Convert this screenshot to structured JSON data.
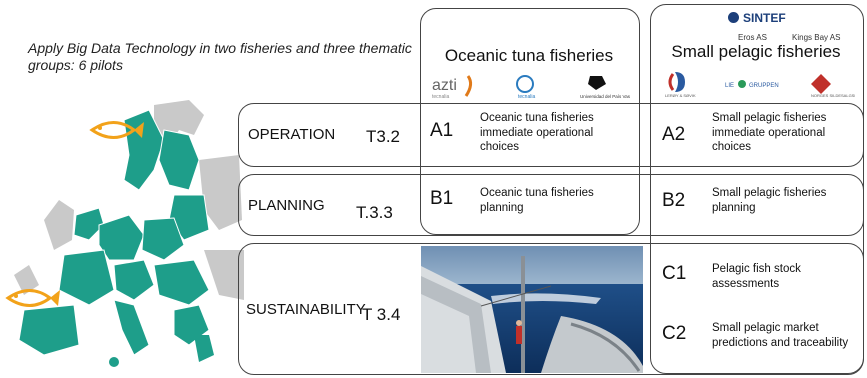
{
  "intro_text": "Apply Big Data Technology in two fisheries and three thematic groups: 6 pilots",
  "columns": {
    "tuna": {
      "title": "Oceanic tuna fisheries",
      "logos": [
        "azti",
        "tecnalia",
        "Universidad del País Vasco"
      ]
    },
    "pelagic": {
      "title": "Small pelagic fisheries",
      "partner_main": "SINTEF",
      "partners": [
        "Eros AS",
        "Kings Bay AS",
        "LIE GRUPPEN"
      ]
    }
  },
  "rows": [
    {
      "label": "OPERATION",
      "task": "T3.2",
      "tuna": {
        "code": "A1",
        "text": [
          "Oceanic tuna fisheries",
          "immediate operational",
          "choices"
        ]
      },
      "pelagic": {
        "code": "A2",
        "text": [
          "Small pelagic fisheries",
          "immediate operational",
          "choices"
        ]
      }
    },
    {
      "label": "PLANNING",
      "task": "T.3.3",
      "tuna": {
        "code": "B1",
        "text": [
          "Oceanic tuna fisheries",
          "planning"
        ]
      },
      "pelagic": {
        "code": "B2",
        "text": [
          "Small pelagic fisheries",
          "planning"
        ]
      }
    },
    {
      "label": "SUSTAINABILITY",
      "task": "T 3.4",
      "pelagic_items": [
        {
          "code": "C1",
          "text": [
            "Pelagic fish stock",
            "assessments"
          ]
        },
        {
          "code": "C2",
          "text": [
            "Small pelagic market",
            "predictions and traceability"
          ]
        }
      ]
    }
  ],
  "colors": {
    "map_teal": "#1e9e8a",
    "map_grey": "#c9c9c9",
    "fish_orange": "#f2a21a",
    "border": "#444444"
  }
}
